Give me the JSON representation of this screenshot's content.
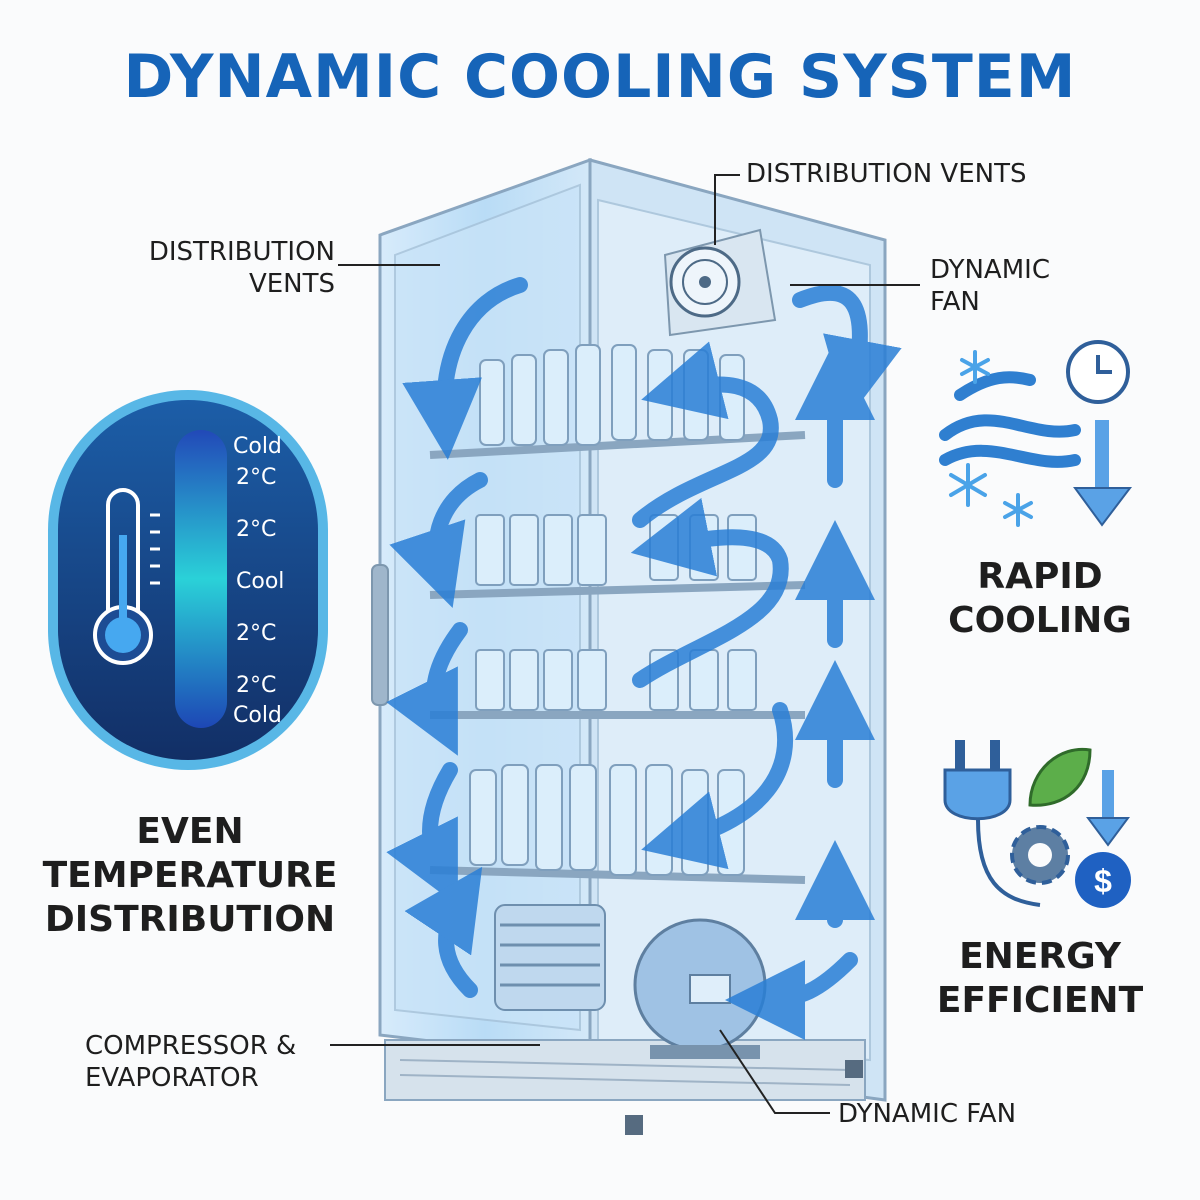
{
  "title": "DYNAMIC COOLING SYSTEM",
  "labels": {
    "vents_top": "DISTRIBUTION VENTS",
    "vents_left": [
      "DISTRIBUTION",
      "VENTS"
    ],
    "fan_top": [
      "DYNAMIC",
      "FAN"
    ],
    "compressor": [
      "COMPRESSOR &",
      "EVAPORATOR"
    ],
    "fan_bottom": "DYNAMIC FAN"
  },
  "features": {
    "even": [
      "EVEN",
      "TEMPERATURE",
      "DISTRIBUTION"
    ],
    "rapid": [
      "RAPID",
      "COOLING"
    ],
    "energy": [
      "ENERGY",
      "EFFICIENT"
    ]
  },
  "temperature_scale": {
    "top_label": "Cold",
    "values": [
      "2°C",
      "2°C",
      "Cool",
      "2°C",
      "2°C"
    ],
    "bottom_label": "Cold"
  },
  "icons": [
    "thermometer-icon",
    "snowflake-icon",
    "wind-icon",
    "clock-icon",
    "down-arrow-icon",
    "plug-icon",
    "leaf-icon",
    "gear-icon",
    "dollar-icon"
  ],
  "colors": {
    "title": "#1664b8",
    "accent": "#2a7fd6",
    "badge": "#173a7a",
    "text": "#1e1e1e"
  }
}
